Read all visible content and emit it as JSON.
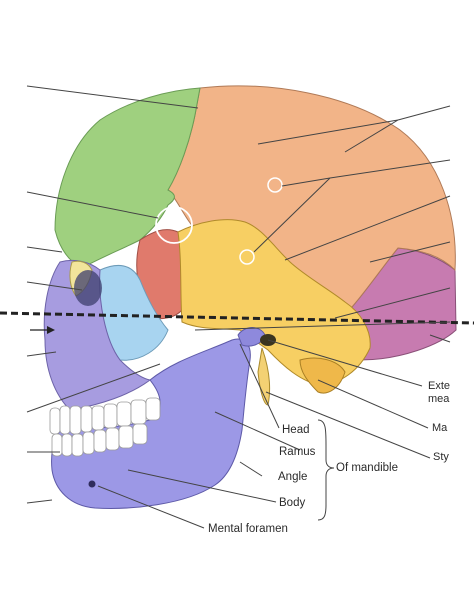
{
  "diagram": {
    "labels": {
      "head": "Head",
      "ramus": "Ramus",
      "angle": "Angle",
      "body": "Body",
      "of_mandible": "Of mandible",
      "mental_foramen": "Mental foramen",
      "external_acoustic_1": "Exte",
      "external_acoustic_2": "mea",
      "mastoid_partial": "Ma",
      "styloid_partial": "Sty"
    },
    "bone_colors": {
      "frontal": "#9fd07f",
      "parietal": "#f2b488",
      "temporal": "#f7cf63",
      "sphenoid": "#e07a6c",
      "zygomatic": "#a8d4f0",
      "maxilla": "#a79ce0",
      "mandible": "#9c98e6",
      "occipital": "#c77bb0",
      "nasal": "#f2e49b",
      "teeth": "#ffffff"
    }
  }
}
